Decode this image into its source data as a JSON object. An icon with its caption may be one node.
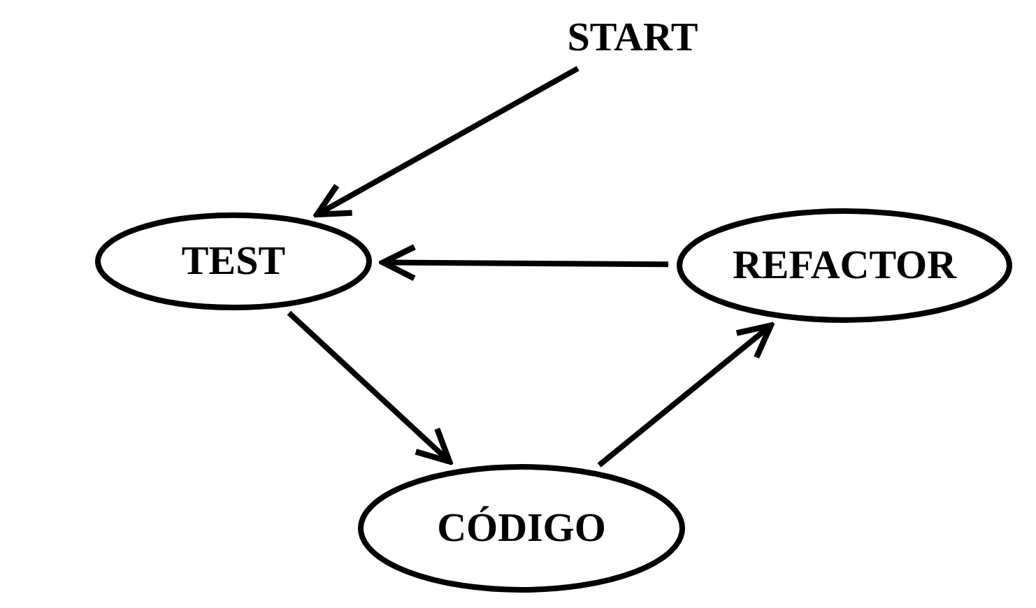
{
  "diagram": {
    "nodes": [
      {
        "text": [
          "START"
        ]
      },
      {
        "text": [
          "TEST"
        ]
      },
      {
        "text": [
          "REFACTOR"
        ]
      },
      {
        "text": [
          "CÓDIGO"
        ]
      }
    ],
    "edges": [
      {
        "from": 0,
        "to": 1,
        "arrow": "to"
      },
      {
        "from": 1,
        "to": 3,
        "arrow": "to"
      },
      {
        "from": 3,
        "to": 2,
        "arrow": "to"
      },
      {
        "from": 2,
        "to": 1,
        "arrow": "to"
      }
    ]
  }
}
